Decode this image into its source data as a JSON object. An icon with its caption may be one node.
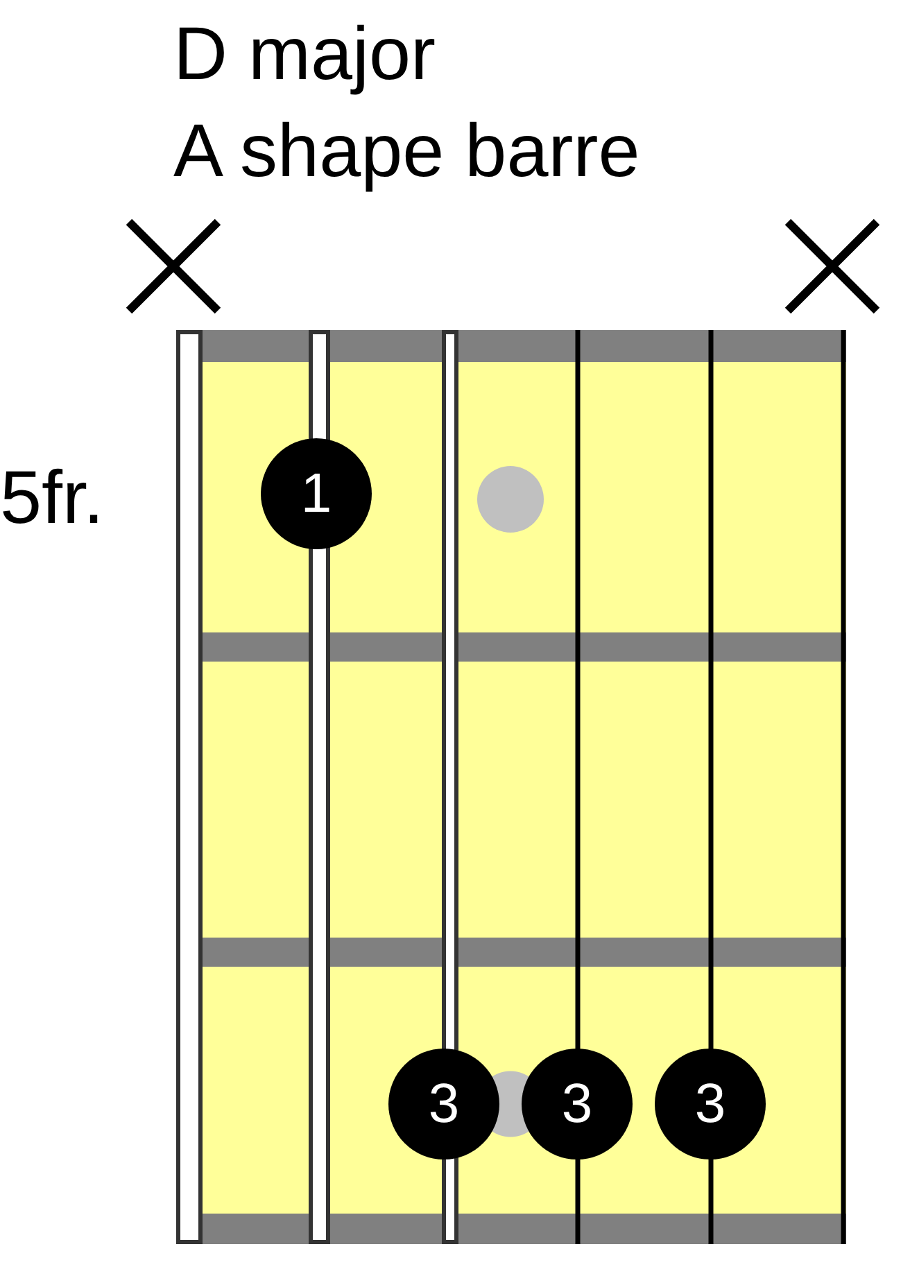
{
  "diagram": {
    "title": "D major",
    "nodes": [
      {
        "text": [
          "1"
        ]
      },
      {
        "text": [],
        "shape": "circle"
      },
      {
        "text": [
          "3"
        ]
      },
      {
        "text": [],
        "shape": "circle"
      },
      {
        "text": [
          "3"
        ]
      },
      {
        "text": [
          "3"
        ]
      }
    ],
    "labels": [
      "A shape barre",
      "5fr."
    ]
  }
}
